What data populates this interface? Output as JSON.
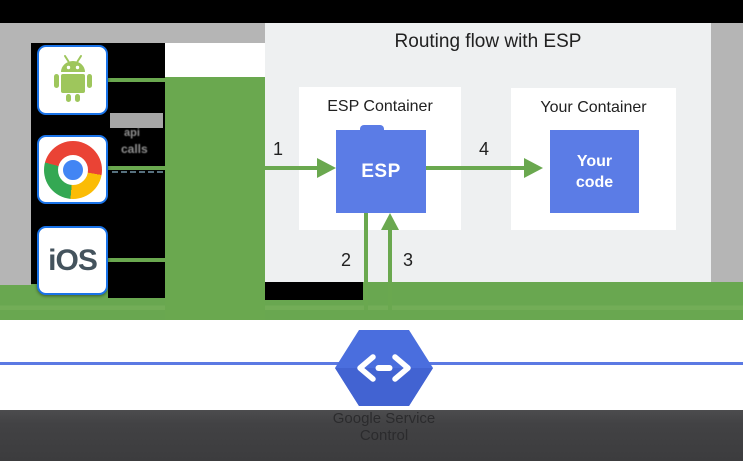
{
  "clients": {
    "android": {
      "name": "android-client"
    },
    "chrome": {
      "name": "chrome-client"
    },
    "ios": {
      "label": "iOS"
    }
  },
  "obscured_label": {
    "line1": "api",
    "line2": "calls"
  },
  "diagram": {
    "title": "Routing flow with ESP",
    "esp_container": {
      "label": "ESP Container",
      "box_label": "ESP"
    },
    "your_container": {
      "label": "Your Container",
      "box_lines": [
        "Your",
        "code"
      ]
    },
    "steps": [
      "1",
      "2",
      "3",
      "4"
    ]
  },
  "footer": {
    "line1": "Google Service",
    "line2": "Control"
  },
  "colors": {
    "arrow_green": "#6aa84f",
    "box_blue": "#5b7ce6",
    "panel_gray": "#eef0f1",
    "band_gray": "#b5b5b5",
    "client_border_blue": "#1a73e8",
    "hexagon_blue": "#4a6ede",
    "line_blue": "#5b79e3",
    "bottom_bar": "#414143",
    "android_green": "#9ec65c",
    "chrome_red": "#ea4335",
    "chrome_yellow": "#fbbc05",
    "chrome_green": "#34a853",
    "chrome_blue": "#4285f4",
    "ios_text": "#44535d"
  }
}
